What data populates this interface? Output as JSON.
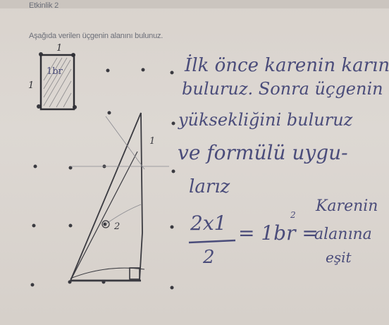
{
  "header": {
    "activity_title": "Etkinlik 2",
    "instruction": "Aşağıda verilen üçgenin alanını bulunuz."
  },
  "unit_square": {
    "label": "1br",
    "side_top": "1",
    "side_left": "1"
  },
  "triangle": {
    "side_label": "1",
    "inner_label": "2"
  },
  "answer": {
    "line1": "İlk önce karenin karını",
    "line2": "buluruz. Sonra üçgenin",
    "line3": "yüksekliğini buluruz",
    "line4": "ve formülü uygu-",
    "line5": "larız",
    "fraction_numerator": "2x1",
    "fraction_denominator": "2",
    "fraction_result": "= 1br = ",
    "superscript": "2",
    "note_line1": "Karenin",
    "note_line2": "alanına",
    "note_line3": "eşit"
  },
  "colors": {
    "ink": "#4a4c7a",
    "pencil": "#5a5a5a",
    "printed_text": "#6b6e78",
    "paper": "#dcd6d0"
  }
}
